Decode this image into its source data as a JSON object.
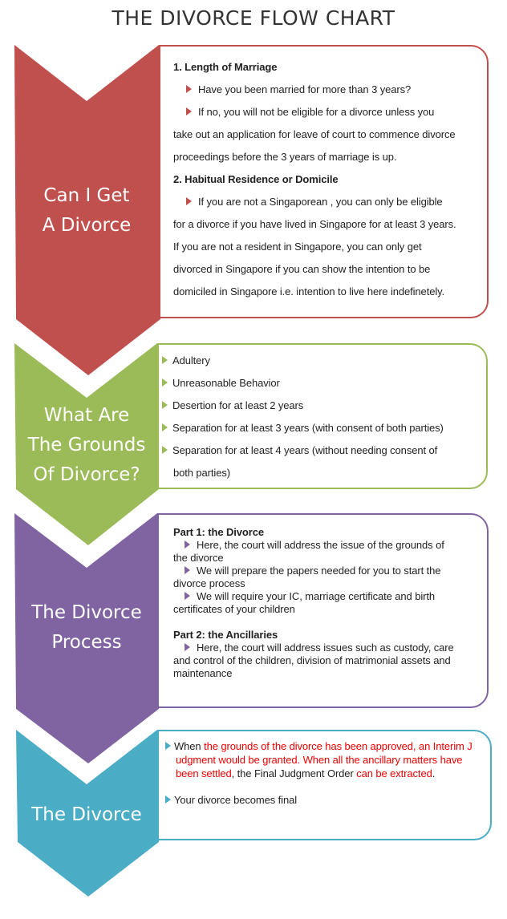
{
  "title": "THE DIVORCE FLOW CHART",
  "colors": {
    "step1": "#c0504d",
    "step2": "#9bbb59",
    "step3": "#8064a2",
    "step4": "#4bacc6",
    "highlight": "#ee0000"
  },
  "steps": [
    {
      "label_lines": [
        "Can I Get",
        "A Divorce"
      ],
      "heading1": "1. Length of Marriage",
      "bullet1": "Have you been married for more than 3 years?",
      "bullet2_first": "If no, you will not be eligible for a divorce unless you",
      "bullet2_rest": [
        "take out an application for leave of court to commence divorce",
        "proceedings before  the 3 years of marriage is up."
      ],
      "heading2": "2. Habitual Residence or Domicile",
      "bullet3_first": "If you are not a Singaporean , you can only be eligible",
      "bullet3_rest": [
        "for a divorce if you have lived in Singapore for at least 3 years.",
        "If you are not a resident in Singapore, you can only get",
        "divorced in Singapore if you can show the intention to be",
        "domiciled in Singapore i.e. intention to live here indefinetely."
      ]
    },
    {
      "label_lines": [
        "What Are",
        "The Grounds",
        "Of Divorce?"
      ],
      "items": [
        "Adultery",
        "Unreasonable Behavior",
        "Desertion for at least 2 years",
        "Separation for at least 3 years (with consent of both parties)",
        "Separation for at least 4 years (without needing consent of"
      ],
      "item_continuation": "both parties)"
    },
    {
      "label_lines": [
        "The Divorce",
        "Process"
      ],
      "part1_heading": "Part 1: the Divorce",
      "part1_items": [
        "Here, the court will  address the issue of the grounds of",
        "We will prepare the papers needed for you to start the",
        "We will require your IC, marriage certificate and birth"
      ],
      "part1_continuations": [
        "the divorce",
        "divorce process",
        "certificates of your children"
      ],
      "part2_heading": "Part 2: the Ancillaries",
      "part2_item": "Here, the court will address issues such as custody, care",
      "part2_continuation": [
        "and control of the children, division of matrimonial assets and",
        "maintenance"
      ]
    },
    {
      "label_lines": [
        "The Divorce"
      ],
      "item1_parts": [
        "When ",
        "the grounds of the divorce has been approved, an Interim J udgment would be granted. When all the ancillary matters have been settled",
        ", the Final Judgment Order ",
        "can be extracted",
        "."
      ],
      "item2": "Your divorce becomes final"
    }
  ]
}
